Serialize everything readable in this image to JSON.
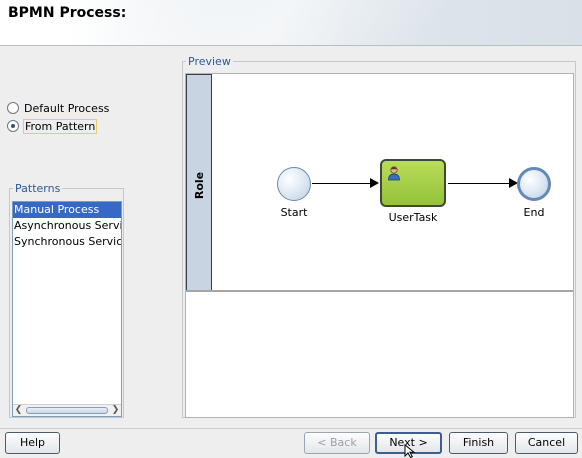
{
  "page_title": "BPMN Process:",
  "options": [
    {
      "label": "Default Process",
      "checked": false
    },
    {
      "label": "From Pattern",
      "checked": true
    }
  ],
  "patterns": {
    "legend": "Patterns",
    "items": [
      "Manual Process",
      "Asynchronous Service",
      "Synchronous Service"
    ],
    "selected_index": 0
  },
  "preview": {
    "legend": "Preview",
    "lane_name": "Role",
    "start_label": "Start",
    "task_label": "UserTask",
    "end_label": "End"
  },
  "buttons": {
    "help": "Help",
    "back": "< Back",
    "next": "Next >",
    "finish": "Finish",
    "cancel": "Cancel"
  },
  "colors": {
    "selection": "#3569c5",
    "task_fill": "#a8d14a",
    "lane_header": "#c9d4e3",
    "legend_text": "#2a5a9a"
  }
}
